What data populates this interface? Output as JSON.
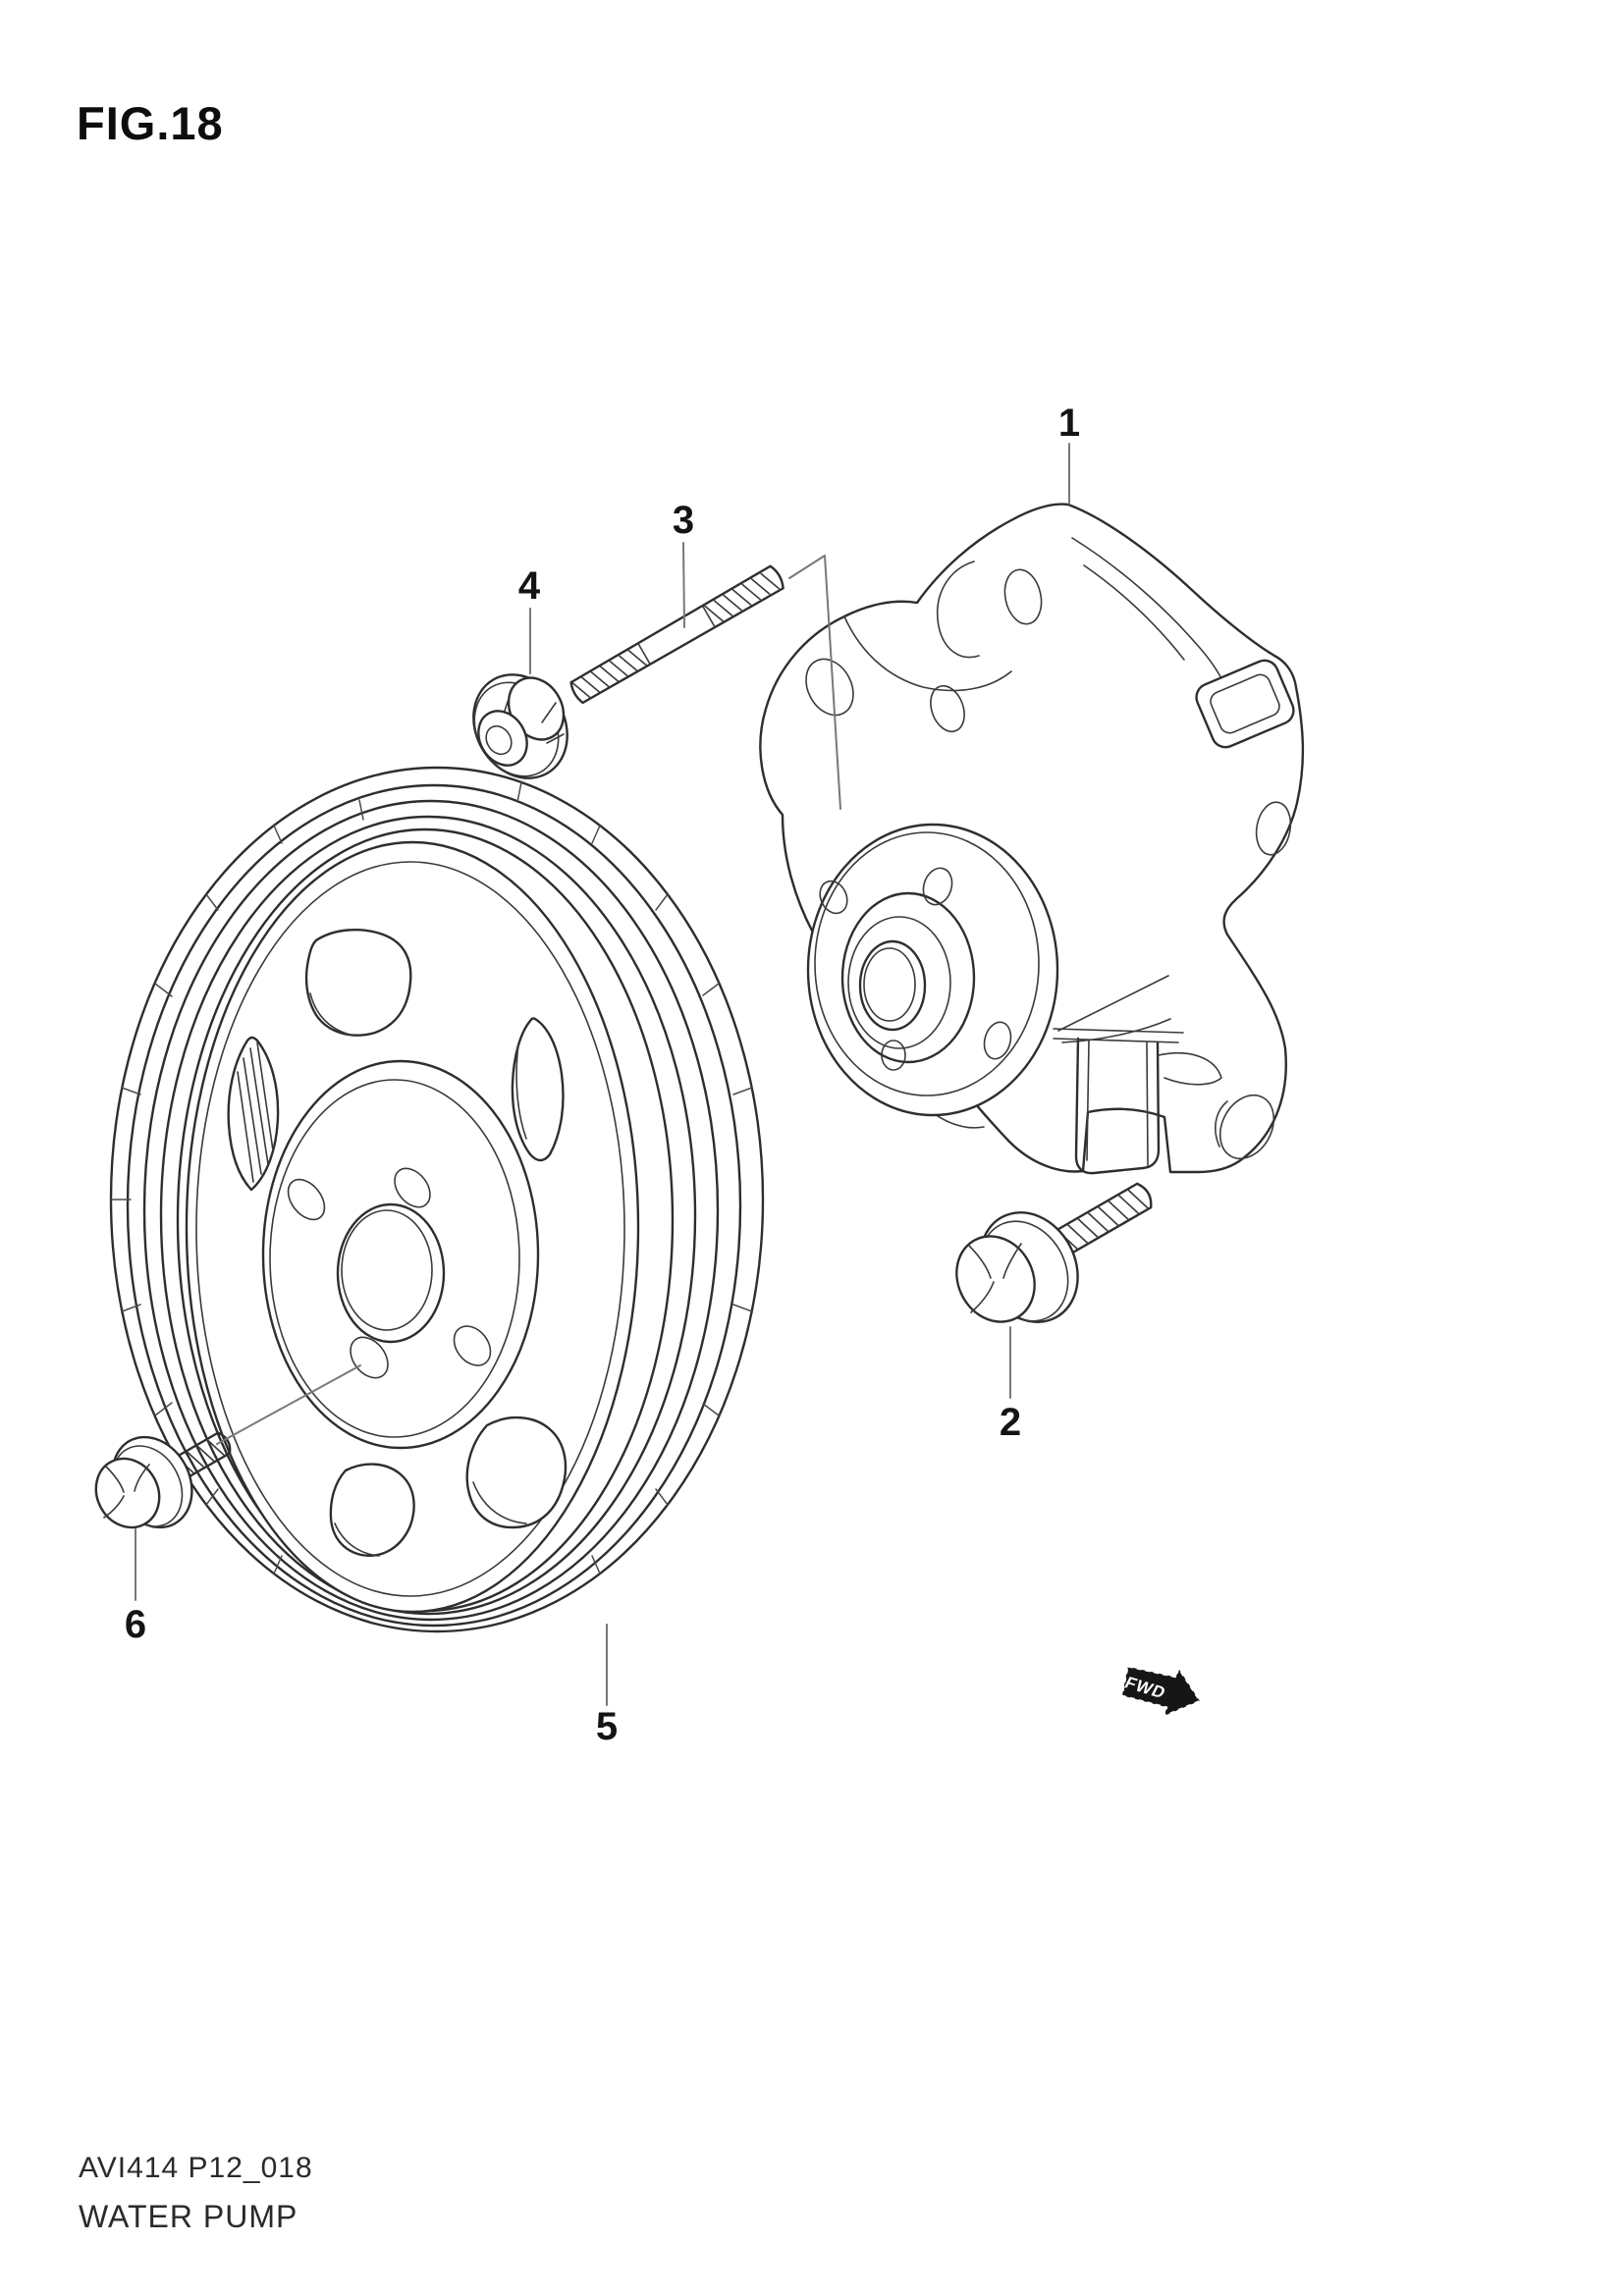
{
  "figure": {
    "title": "FIG.18"
  },
  "callouts": [
    {
      "number": "1"
    },
    {
      "number": "2"
    },
    {
      "number": "3"
    },
    {
      "number": "4"
    },
    {
      "number": "5"
    },
    {
      "number": "6"
    }
  ],
  "direction_indicator": {
    "label": "FWD"
  },
  "footer": {
    "drawing_code": "AVI414 P12_018",
    "title": "WATER PUMP"
  },
  "colors": {
    "background": "#ffffff",
    "line": "#2e2e2e",
    "label_text": "#141414",
    "leader_line": "#787878",
    "fwd_arrow_fill": "#161616",
    "fwd_arrow_text": "#ffffff"
  }
}
